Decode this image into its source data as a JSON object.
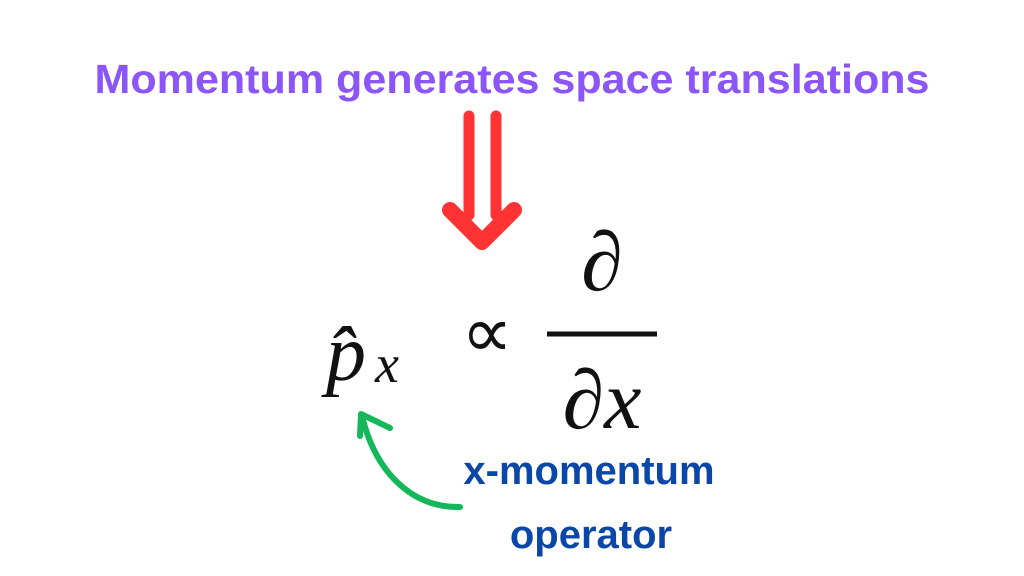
{
  "title": "Momentum generates space translations",
  "equation": {
    "lhs_symbol": "p̂",
    "lhs_subscript": "x",
    "relation": "∝",
    "numerator": "∂",
    "denominator": "∂x"
  },
  "annotation": {
    "line1": "x-momentum",
    "line2": "operator"
  },
  "colors": {
    "title": "#8b55f7",
    "implies_arrow": "#ff3333",
    "pointer_arrow": "#14b85a",
    "annotation": "#0a47a9"
  }
}
